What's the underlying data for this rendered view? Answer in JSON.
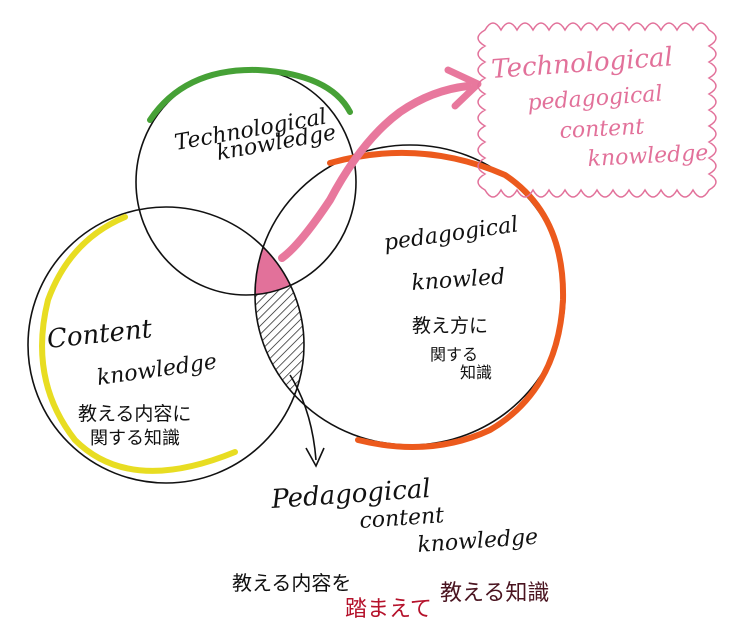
{
  "tpck_cloud": {
    "line1": "Technological",
    "line2": "pedagogical",
    "line3": "content",
    "line4": "knowledge",
    "color": "#e2719a"
  },
  "technological": {
    "line1": "Technological",
    "line2": "knowledge",
    "accent_color": "#46a136"
  },
  "pedagogical": {
    "line1": "pedagogical",
    "line2": "knowled",
    "jp1": "教え方に",
    "jp2": "関する",
    "jp3": "知識",
    "accent_color": "#ec5a1d"
  },
  "content": {
    "line1": "Content",
    "line2": "knowledge",
    "jp1": "教える内容に",
    "jp2": "関する知識",
    "accent_color": "#e8dd22"
  },
  "pck": {
    "line1": "Pedagogical",
    "line2": "content",
    "line3": "knowledge",
    "jp_line1": "教える内容を",
    "jp_line2_a": "踏まえて",
    "jp_line2_b": "教える知識",
    "jp_line2_a_color": "#b5122b",
    "jp_line2_b_color": "#4a1420"
  },
  "arrow_color": "#e8789d"
}
